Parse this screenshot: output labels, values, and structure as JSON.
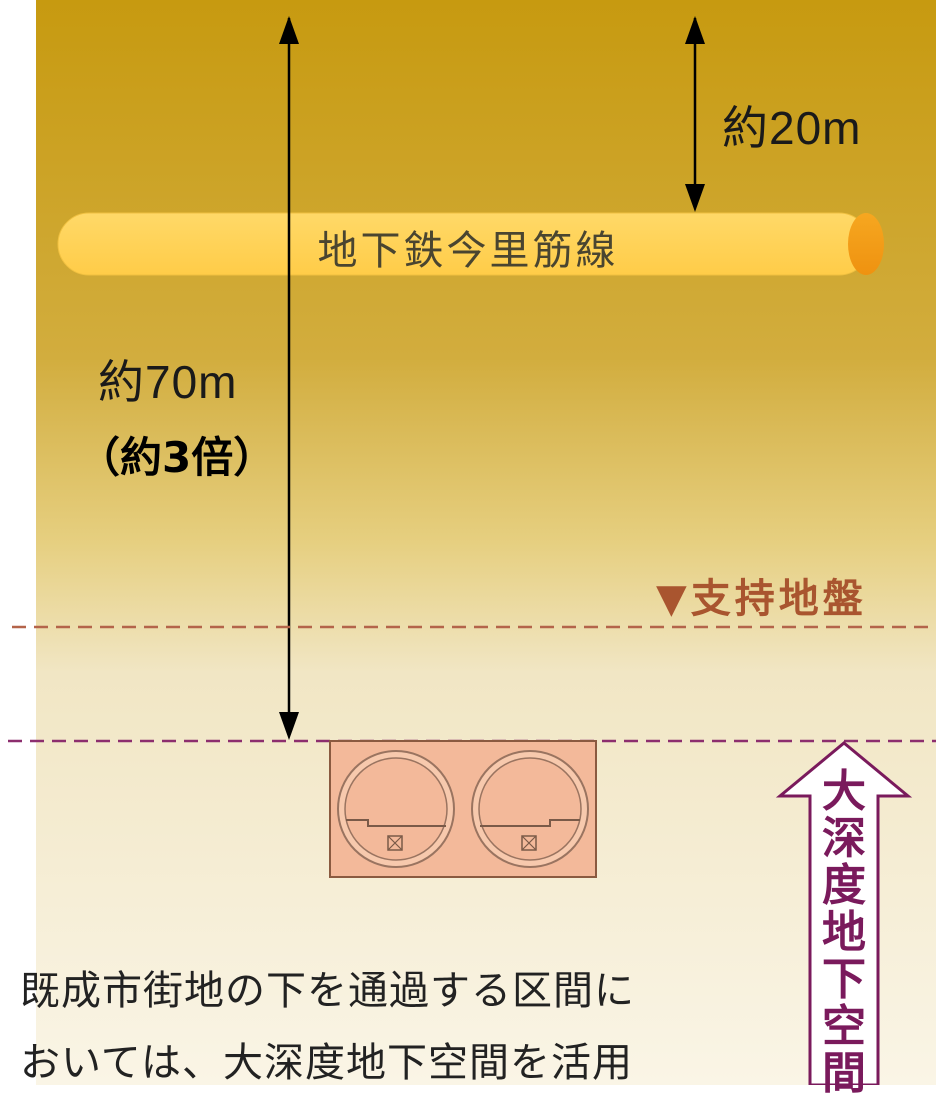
{
  "subway": {
    "label": "地下鉄今里筋線"
  },
  "depths": {
    "shallow_label": "約20m",
    "deep_label": "約70m",
    "ratio_label": "（約3倍）"
  },
  "bearing_stratum": {
    "label": "▼支持地盤"
  },
  "deep_underground": {
    "label": "大深度地下空間"
  },
  "caption": {
    "line1": "既成市街地の下を通過する区間に",
    "line2": "おいては、大深度地下空間を活用"
  },
  "colors": {
    "ground_top": "#c79a10",
    "ground_mid": "#e6cf80",
    "ground_low": "#f1e6c4",
    "ground_bottom": "#faf5e6",
    "subway_tube": "#ffd256",
    "tube_end": "#f39a16",
    "bearing_line": "#b4644a",
    "deep_line": "#8c2e6e",
    "tunnel_box": "#f3b99a",
    "deep_arrow": "#7a1a5c"
  }
}
